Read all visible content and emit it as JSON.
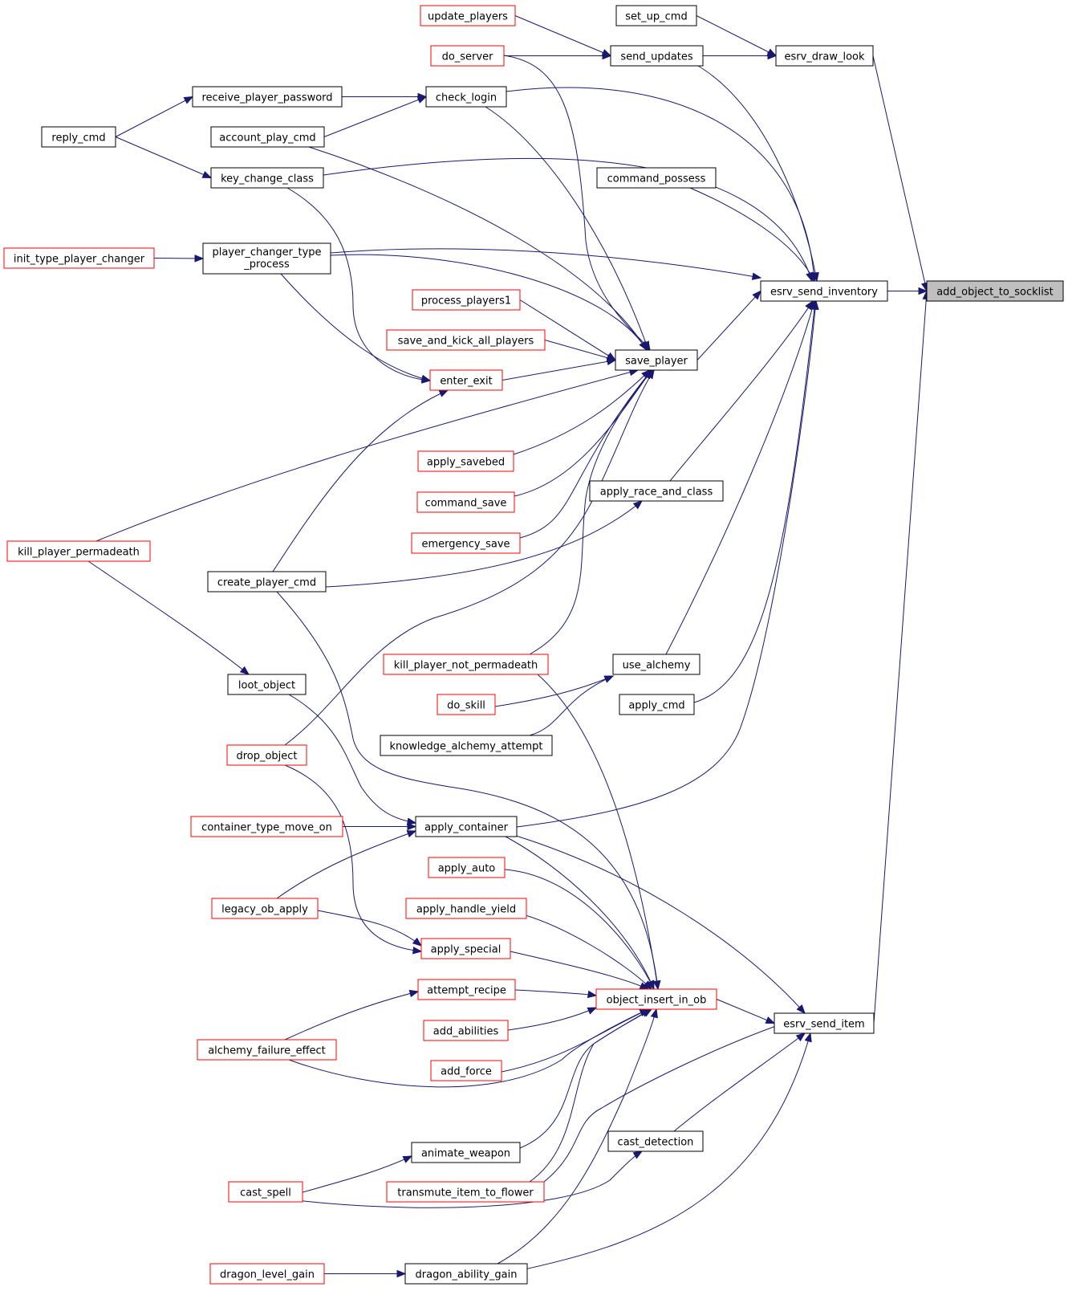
{
  "colors": {
    "edge": "#191970",
    "box_default": "#000000",
    "box_truncated": "#ff0000",
    "box_root_fill": "#bfbfbf",
    "box_fill": "#ffffff"
  },
  "nodes": {
    "add_object_to_socklist": {
      "label": "add_object_to_socklist",
      "style": "root"
    },
    "esrv_send_inventory": {
      "label": "esrv_send_inventory",
      "style": "black"
    },
    "esrv_draw_look": {
      "label": "esrv_draw_look",
      "style": "black"
    },
    "esrv_send_item": {
      "label": "esrv_send_item",
      "style": "black"
    },
    "set_up_cmd": {
      "label": "set_up_cmd",
      "style": "black"
    },
    "send_updates": {
      "label": "send_updates",
      "style": "black"
    },
    "update_players": {
      "label": "update_players",
      "style": "red"
    },
    "do_server": {
      "label": "do_server",
      "style": "red"
    },
    "check_login": {
      "label": "check_login",
      "style": "black"
    },
    "receive_player_password": {
      "label": "receive_player_password",
      "style": "black"
    },
    "account_play_cmd": {
      "label": "account_play_cmd",
      "style": "black"
    },
    "reply_cmd": {
      "label": "reply_cmd",
      "style": "black"
    },
    "key_change_class": {
      "label": "key_change_class",
      "style": "black"
    },
    "command_possess": {
      "label": "command_possess",
      "style": "black"
    },
    "player_changer_type_process": {
      "label": "player_changer_type_process",
      "line1": "player_changer_type",
      "line2": "_process",
      "style": "black"
    },
    "init_type_player_changer": {
      "label": "init_type_player_changer",
      "style": "red"
    },
    "save_player": {
      "label": "save_player",
      "style": "black"
    },
    "process_players1": {
      "label": "process_players1",
      "style": "red"
    },
    "save_and_kick_all_players": {
      "label": "save_and_kick_all_players",
      "style": "red"
    },
    "enter_exit": {
      "label": "enter_exit",
      "style": "red"
    },
    "apply_savebed": {
      "label": "apply_savebed",
      "style": "red"
    },
    "command_save": {
      "label": "command_save",
      "style": "red"
    },
    "emergency_save": {
      "label": "emergency_save",
      "style": "red"
    },
    "apply_race_and_class": {
      "label": "apply_race_and_class",
      "style": "black"
    },
    "kill_player_permadeath": {
      "label": "kill_player_permadeath",
      "style": "red"
    },
    "create_player_cmd": {
      "label": "create_player_cmd",
      "style": "black"
    },
    "kill_player_not_permadeath": {
      "label": "kill_player_not_permadeath",
      "style": "red"
    },
    "use_alchemy": {
      "label": "use_alchemy",
      "style": "black"
    },
    "loot_object": {
      "label": "loot_object",
      "style": "black"
    },
    "do_skill": {
      "label": "do_skill",
      "style": "red"
    },
    "apply_cmd": {
      "label": "apply_cmd",
      "style": "black"
    },
    "knowledge_alchemy_attempt": {
      "label": "knowledge_alchemy_attempt",
      "style": "black"
    },
    "drop_object": {
      "label": "drop_object",
      "style": "red"
    },
    "container_type_move_on": {
      "label": "container_type_move_on",
      "style": "red"
    },
    "apply_container": {
      "label": "apply_container",
      "style": "black"
    },
    "apply_auto": {
      "label": "apply_auto",
      "style": "red"
    },
    "legacy_ob_apply": {
      "label": "legacy_ob_apply",
      "style": "red"
    },
    "apply_handle_yield": {
      "label": "apply_handle_yield",
      "style": "red"
    },
    "apply_special": {
      "label": "apply_special",
      "style": "red"
    },
    "attempt_recipe": {
      "label": "attempt_recipe",
      "style": "red"
    },
    "object_insert_in_ob": {
      "label": "object_insert_in_ob",
      "style": "red"
    },
    "add_abilities": {
      "label": "add_abilities",
      "style": "red"
    },
    "alchemy_failure_effect": {
      "label": "alchemy_failure_effect",
      "style": "red"
    },
    "add_force": {
      "label": "add_force",
      "style": "red"
    },
    "cast_detection": {
      "label": "cast_detection",
      "style": "black"
    },
    "animate_weapon": {
      "label": "animate_weapon",
      "style": "black"
    },
    "cast_spell": {
      "label": "cast_spell",
      "style": "red"
    },
    "transmute_item_to_flower": {
      "label": "transmute_item_to_flower",
      "style": "red"
    },
    "dragon_level_gain": {
      "label": "dragon_level_gain",
      "style": "red"
    },
    "dragon_ability_gain": {
      "label": "dragon_ability_gain",
      "style": "black"
    }
  },
  "edges": [
    {
      "from": "esrv_send_inventory",
      "to": "add_object_to_socklist"
    },
    {
      "from": "esrv_draw_look",
      "to": "add_object_to_socklist"
    },
    {
      "from": "esrv_send_item",
      "to": "add_object_to_socklist"
    },
    {
      "from": "set_up_cmd",
      "to": "esrv_draw_look"
    },
    {
      "from": "send_updates",
      "to": "esrv_draw_look"
    },
    {
      "from": "update_players",
      "to": "send_updates"
    },
    {
      "from": "do_server",
      "to": "send_updates"
    },
    {
      "from": "send_updates",
      "to": "esrv_send_inventory"
    },
    {
      "from": "check_login",
      "to": "esrv_send_inventory"
    },
    {
      "from": "key_change_class",
      "to": "esrv_send_inventory"
    },
    {
      "from": "command_possess",
      "to": "esrv_send_inventory"
    },
    {
      "from": "player_changer_type_process",
      "to": "esrv_send_inventory"
    },
    {
      "from": "save_player",
      "to": "esrv_send_inventory"
    },
    {
      "from": "apply_race_and_class",
      "to": "esrv_send_inventory"
    },
    {
      "from": "use_alchemy",
      "to": "esrv_send_inventory"
    },
    {
      "from": "apply_cmd",
      "to": "esrv_send_inventory"
    },
    {
      "from": "apply_container",
      "to": "esrv_send_inventory"
    },
    {
      "from": "receive_player_password",
      "to": "check_login"
    },
    {
      "from": "account_play_cmd",
      "to": "check_login"
    },
    {
      "from": "reply_cmd",
      "to": "receive_player_password"
    },
    {
      "from": "reply_cmd",
      "to": "key_change_class"
    },
    {
      "from": "init_type_player_changer",
      "to": "player_changer_type_process"
    },
    {
      "from": "do_server",
      "to": "save_player"
    },
    {
      "from": "check_login",
      "to": "save_player"
    },
    {
      "from": "account_play_cmd",
      "to": "save_player"
    },
    {
      "from": "player_changer_type_process",
      "to": "save_player"
    },
    {
      "from": "process_players1",
      "to": "save_player"
    },
    {
      "from": "save_and_kick_all_players",
      "to": "save_player"
    },
    {
      "from": "enter_exit",
      "to": "save_player"
    },
    {
      "from": "apply_savebed",
      "to": "save_player"
    },
    {
      "from": "command_save",
      "to": "save_player"
    },
    {
      "from": "emergency_save",
      "to": "save_player"
    },
    {
      "from": "kill_player_permadeath",
      "to": "save_player"
    },
    {
      "from": "kill_player_not_permadeath",
      "to": "save_player"
    },
    {
      "from": "drop_object",
      "to": "save_player"
    },
    {
      "from": "key_change_class",
      "to": "enter_exit"
    },
    {
      "from": "player_changer_type_process",
      "to": "enter_exit"
    },
    {
      "from": "create_player_cmd",
      "to": "enter_exit"
    },
    {
      "from": "create_player_cmd",
      "to": "apply_race_and_class"
    },
    {
      "from": "kill_player_permadeath",
      "to": "loot_object"
    },
    {
      "from": "do_skill",
      "to": "use_alchemy"
    },
    {
      "from": "knowledge_alchemy_attempt",
      "to": "use_alchemy"
    },
    {
      "from": "loot_object",
      "to": "apply_container"
    },
    {
      "from": "container_type_move_on",
      "to": "apply_container"
    },
    {
      "from": "legacy_ob_apply",
      "to": "apply_container"
    },
    {
      "from": "legacy_ob_apply",
      "to": "apply_special"
    },
    {
      "from": "drop_object",
      "to": "apply_special"
    },
    {
      "from": "alchemy_failure_effect",
      "to": "attempt_recipe"
    },
    {
      "from": "cast_spell",
      "to": "animate_weapon"
    },
    {
      "from": "cast_spell",
      "to": "cast_detection"
    },
    {
      "from": "dragon_level_gain",
      "to": "dragon_ability_gain"
    },
    {
      "from": "object_insert_in_ob",
      "to": "esrv_send_item"
    },
    {
      "from": "apply_container",
      "to": "esrv_send_item"
    },
    {
      "from": "transmute_item_to_flower",
      "to": "esrv_send_item"
    },
    {
      "from": "cast_detection",
      "to": "esrv_send_item"
    },
    {
      "from": "dragon_ability_gain",
      "to": "esrv_send_item"
    },
    {
      "from": "create_player_cmd",
      "to": "object_insert_in_ob"
    },
    {
      "from": "kill_player_not_permadeath",
      "to": "object_insert_in_ob"
    },
    {
      "from": "apply_container",
      "to": "object_insert_in_ob"
    },
    {
      "from": "apply_auto",
      "to": "object_insert_in_ob"
    },
    {
      "from": "apply_handle_yield",
      "to": "object_insert_in_ob"
    },
    {
      "from": "apply_special",
      "to": "object_insert_in_ob"
    },
    {
      "from": "attempt_recipe",
      "to": "object_insert_in_ob"
    },
    {
      "from": "add_abilities",
      "to": "object_insert_in_ob"
    },
    {
      "from": "add_force",
      "to": "object_insert_in_ob"
    },
    {
      "from": "alchemy_failure_effect",
      "to": "object_insert_in_ob"
    },
    {
      "from": "animate_weapon",
      "to": "object_insert_in_ob"
    },
    {
      "from": "transmute_item_to_flower",
      "to": "object_insert_in_ob"
    },
    {
      "from": "dragon_ability_gain",
      "to": "object_insert_in_ob"
    }
  ]
}
